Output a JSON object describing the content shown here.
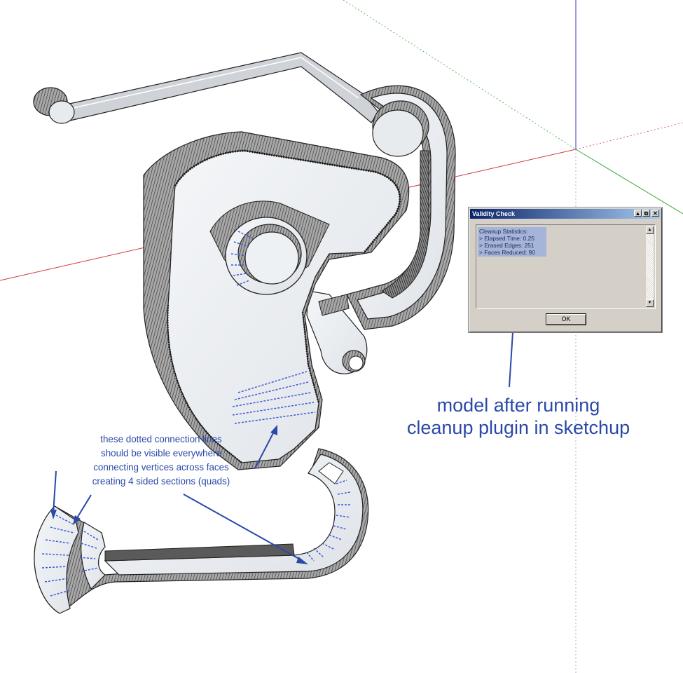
{
  "annotations": {
    "main_note": [
      "model after running",
      "cleanup plugin in sketchup"
    ],
    "side_note": [
      "these dotted connection lines",
      "should be visible everywhere",
      "connecting vertices across faces",
      "creating 4 sided sections (quads)"
    ]
  },
  "dialog": {
    "title": "Validity Check",
    "title_buttons": {
      "up": "▲",
      "restore": "⧉",
      "close": "✕"
    },
    "stats_lines": [
      "Cleanup Statistics:",
      "> Elapsed Time: 0.25",
      "> Erased Edges: 251",
      "> Faces Reduced: 90"
    ],
    "ok_label": "OK"
  },
  "colors": {
    "annotation_blue": "#2a49a8",
    "axis_red": "#d23c3c",
    "axis_green": "#3aa83a",
    "axis_blue": "#3a3ad2"
  },
  "icons": [
    "scroll-up-icon",
    "scroll-down-icon",
    "close-icon"
  ]
}
